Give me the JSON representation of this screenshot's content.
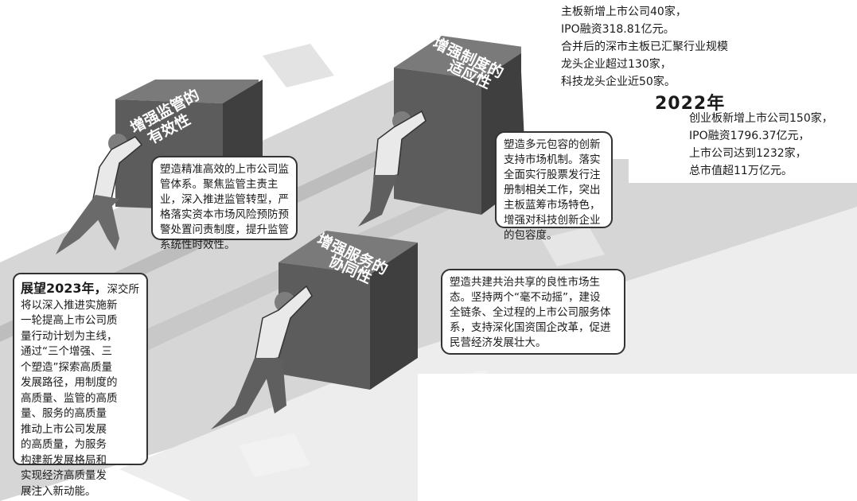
{
  "boxes": {
    "supervision": {
      "line1": "增强监管的",
      "line2": "有效性"
    },
    "institution": {
      "line1": "增强制度的",
      "line2": "适应性"
    },
    "service": {
      "line1": "增强服务的",
      "line2": "协同性"
    }
  },
  "bubbles": {
    "supervision": [
      "塑造精准高效的上市公司监",
      "管体系。聚焦监管主责主",
      "业，深入推进监管转型，严",
      "格落实资本市场风险预防预",
      "警处置问责制度，提升监管",
      "系统性时效性。"
    ],
    "institution": [
      "塑造多元包容的创新",
      "支持市场机制。落实",
      "全面实行股票发行注",
      "册制相关工作，突出",
      "主板蓝筹市场特色，",
      "增强对科技创新企业",
      "的包容度。"
    ],
    "service": [
      "塑造共建共治共享的良性市场生",
      "态。坚持两个“毫不动摇”，建设",
      "全链条、全过程的上市公司服务体",
      "系，支持深化国资国企改革，促进",
      "民营经济发展壮大。"
    ]
  },
  "stats_main": [
    "主板新增上市公司40家，",
    "IPO融资318.81亿元。",
    "合并后的深市主板已汇聚行业规模",
    "龙头企业超过130家，",
    "科技龙头企业近50家。"
  ],
  "year_2022": "2022年",
  "stats_gem": [
    "创业板新增上市公司150家，",
    "IPO融资1796.37亿元，",
    "上市公司达到1232家，",
    "总市值超11万亿元。"
  ],
  "outlook": {
    "lead": "展望2023年，",
    "first": "深交所",
    "lines": [
      "将以深入推进实施新",
      "一轮提高上市公司质",
      "量行动计划为主线，",
      "通过“三个增强、三",
      "个塑造”探索高质量",
      "发展路径，用制度的",
      "高质量、监管的高质",
      "量、服务的高质量",
      "推动上市公司发展",
      "的高质量，为服务",
      "构建新发展格局和",
      "实现经济高质量发",
      "展注入新动能。"
    ]
  }
}
